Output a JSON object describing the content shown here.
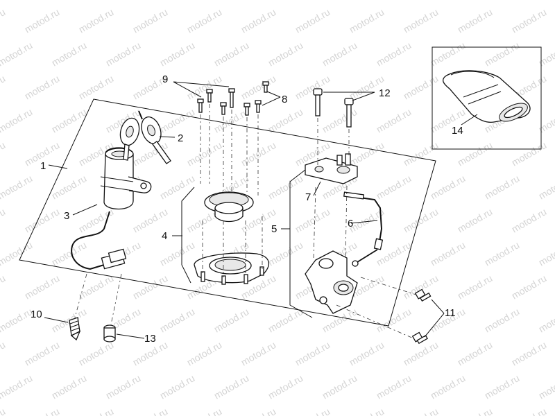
{
  "watermark": "motod.ru",
  "labels": {
    "p1": "1",
    "p2": "2",
    "p3": "3",
    "p4": "4",
    "p5": "5",
    "p6": "6",
    "p7": "7",
    "p8": "8",
    "p9": "9",
    "p10": "10",
    "p11": "11",
    "p12": "12",
    "p13": "13",
    "p14": "14"
  }
}
